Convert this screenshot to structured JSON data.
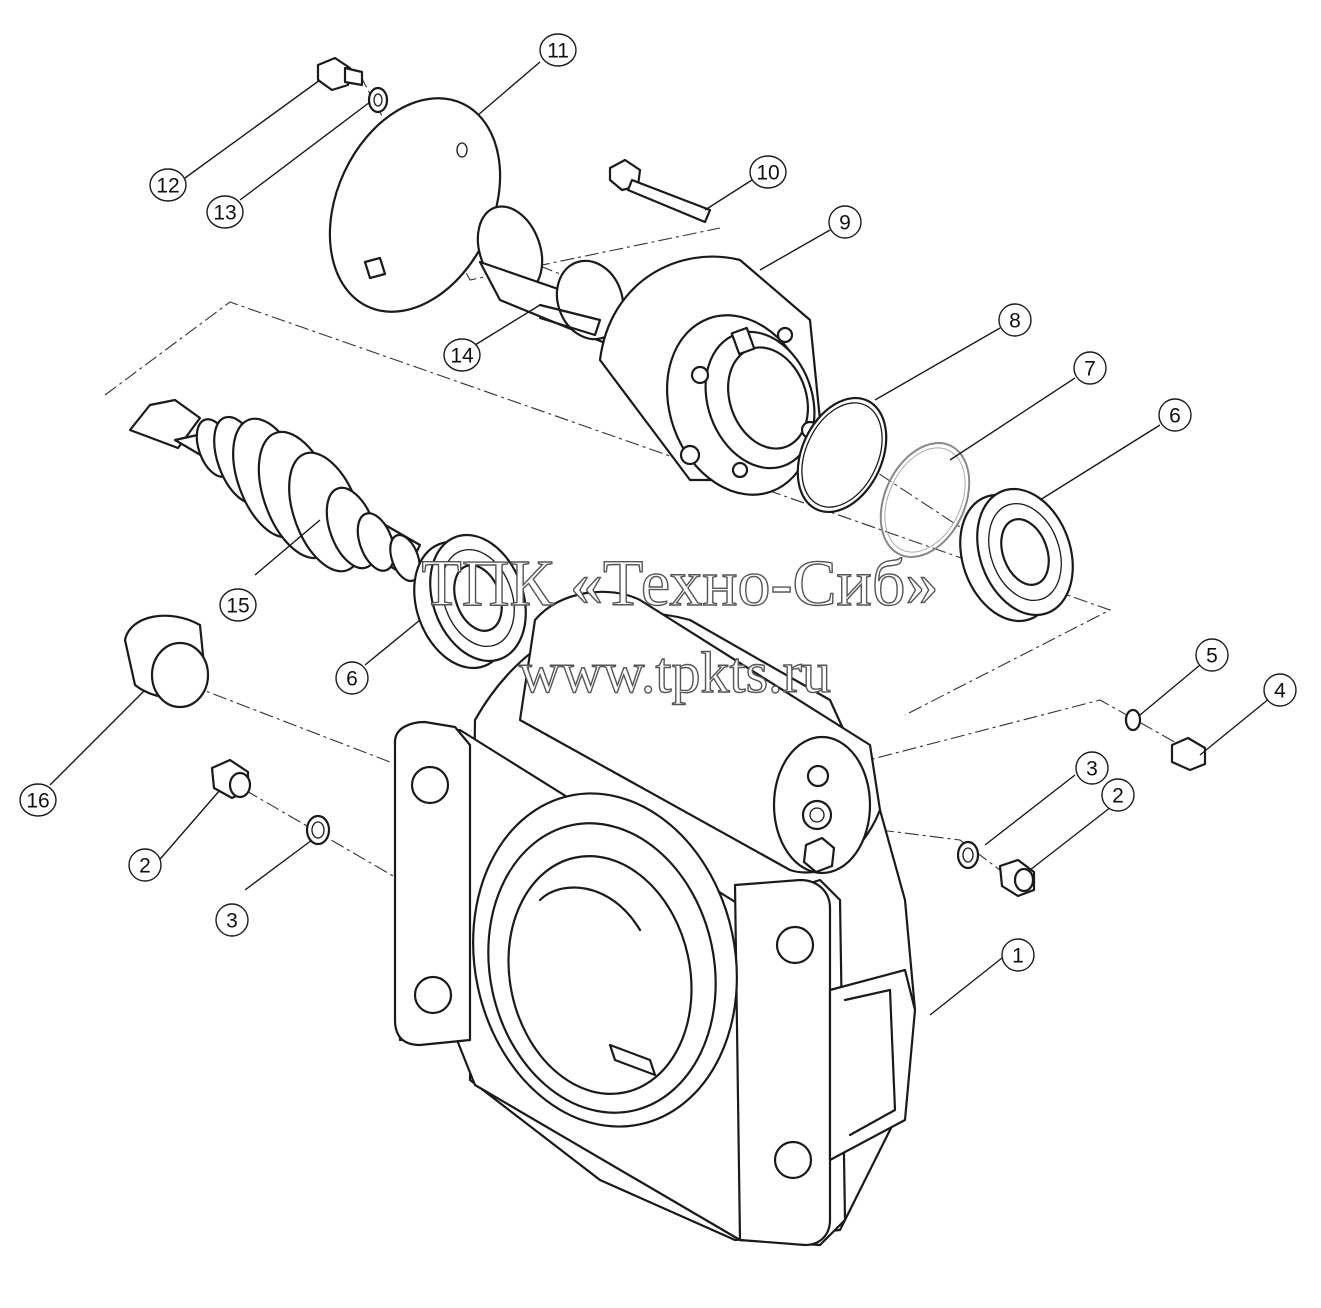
{
  "callouts": [
    "1",
    "2",
    "2",
    "3",
    "3",
    "4",
    "5",
    "6",
    "6",
    "7",
    "8",
    "9",
    "10",
    "11",
    "12",
    "13",
    "14",
    "15",
    "16"
  ],
  "watermark": {
    "line1": "ТПК «Техно-Сиб»",
    "line2": "www.tpkts.ru"
  },
  "colors": {
    "ink": "#1a1a1a",
    "paper": "#ffffff",
    "watermark_outline": "#555555"
  }
}
